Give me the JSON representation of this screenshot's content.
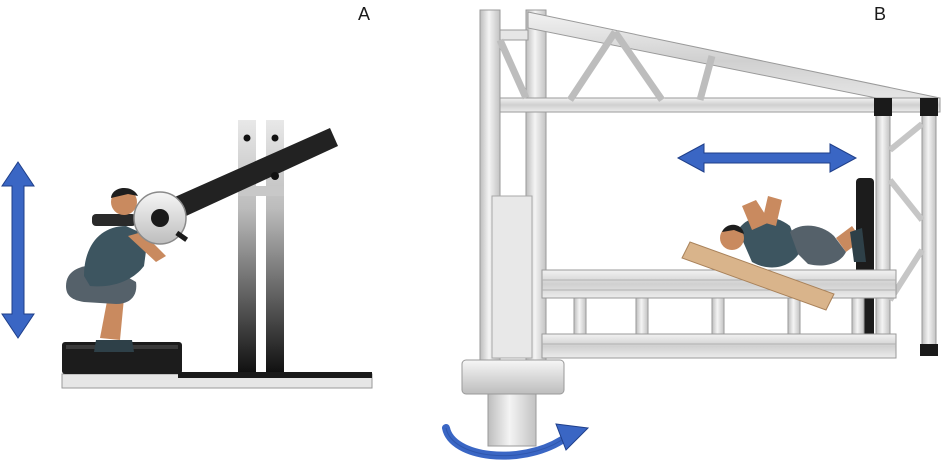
{
  "panels": [
    {
      "label": "A"
    },
    {
      "label": "B"
    }
  ],
  "colors": {
    "arrow": "#3a66c4",
    "arrow_edge": "#1f3f8a",
    "frame": "#dcdcdc",
    "frame_edge": "#9a9a9a",
    "dark_bar": "#1a1a1a",
    "skin": "#c98a5f",
    "shirt": "#3d5560",
    "shorts": "#55616a",
    "shoe": "#2e4048",
    "wood": "#d9b48b"
  },
  "icons": {
    "vertical_motion": "double-headed-arrow-vertical",
    "horizontal_motion": "double-headed-arrow-horizontal",
    "rotation": "curved-rotation-arrow"
  }
}
